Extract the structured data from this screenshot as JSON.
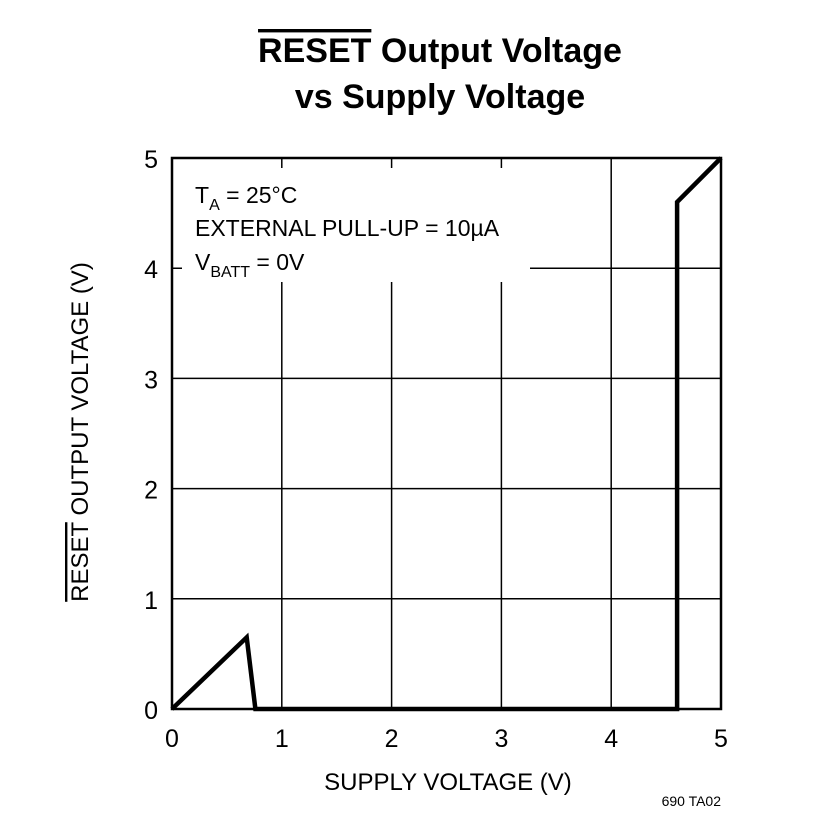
{
  "chart_data": {
    "type": "line",
    "title_overlined": "RESET",
    "title_rest": " Output Voltage",
    "title_line2": "vs Supply Voltage",
    "xlabel": "SUPPLY VOLTAGE (V)",
    "ylabel_overlined": "RESET",
    "ylabel_rest": " OUTPUT VOLTAGE (V)",
    "xlim": [
      0,
      5
    ],
    "ylim": [
      0,
      5
    ],
    "x_ticks": [
      "0",
      "1",
      "2",
      "3",
      "4",
      "5"
    ],
    "y_ticks": [
      "0",
      "1",
      "2",
      "3",
      "4",
      "5"
    ],
    "grid": true,
    "series": [
      {
        "x": [
          0,
          0.68,
          0.76,
          4.6,
          4.6,
          5.0
        ],
        "y": [
          0,
          0.65,
          0,
          0,
          4.6,
          5.0
        ]
      }
    ],
    "annotations": {
      "line1_main": "T",
      "line1_sub": "A",
      "line1_rest": " = 25°C",
      "line2": "EXTERNAL PULL-UP = 10µA",
      "line3_main": "V",
      "line3_sub": "BATT",
      "line3_rest": " = 0V"
    },
    "figure_id": "690 TA02"
  }
}
